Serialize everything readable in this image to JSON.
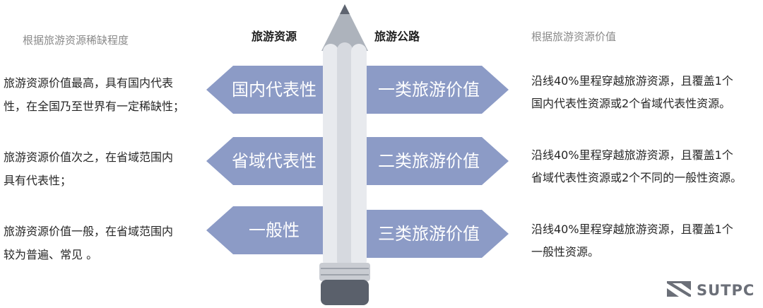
{
  "headers": {
    "left": "根据旅游资源稀缺程度",
    "resource": "旅游资源",
    "road": "旅游公路",
    "right": "根据旅游资源价值"
  },
  "left_descriptions": [
    "旅游资源价值最高，具有国内代表性，在全国乃至世界有一定稀缺性；",
    "旅游资源价值次之，在省域范围内具有代表性；",
    "旅游资源价值一般，在省域范围内较为普遍、常见 。"
  ],
  "resource_levels": [
    "国内代表性",
    "省域代表性",
    "一般性"
  ],
  "road_classes": [
    "一类旅游价值",
    "二类旅游价值",
    "三类旅游价值"
  ],
  "right_descriptions": [
    [
      "沿线40%里程穿越旅游资源，且覆盖1个",
      "国内代表性资源或2个省域代表性资源。"
    ],
    [
      "沿线40%里程穿越旅游资源，且覆盖1个",
      "省域代表性资源或2个不同的一般性资源。"
    ],
    [
      "沿线40%里程穿越旅游资源，且覆盖1个",
      "一般性资源。"
    ]
  ],
  "logo": {
    "text": "SUTPC",
    "icon": "sutpc-logo-icon"
  },
  "colors": {
    "arrow": "#8c9bc6",
    "pencil_body": "#e8eaee",
    "pencil_shade": "#cfd3da",
    "pencil_tip": "#adb3bc",
    "pencil_lead": "#5e6470",
    "eraser": "#5a606b",
    "ferrule": "#c9ccd2"
  }
}
